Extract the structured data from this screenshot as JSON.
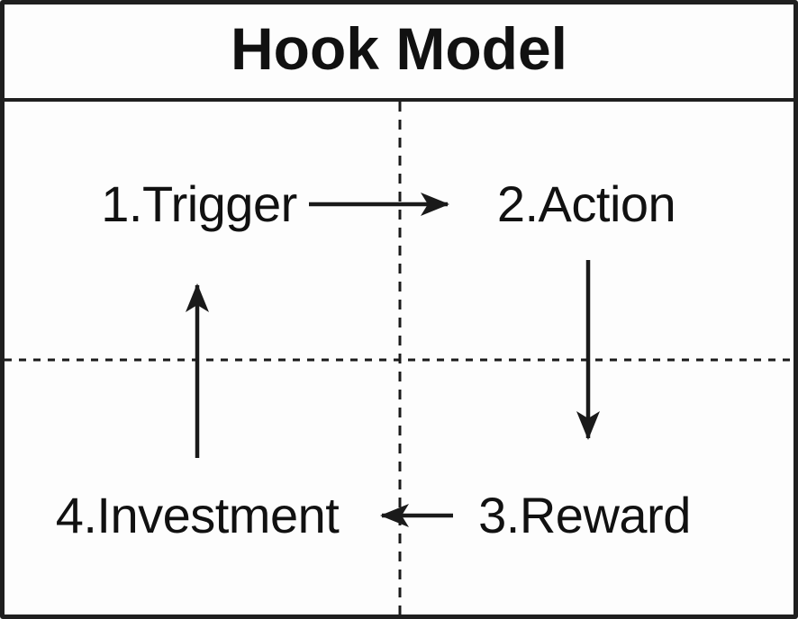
{
  "diagram": {
    "title": "Hook Model",
    "type": "cycle",
    "nodes": {
      "trigger": {
        "order": 1,
        "label": "1.Trigger"
      },
      "action": {
        "order": 2,
        "label": "2.Action"
      },
      "reward": {
        "order": 3,
        "label": "3.Reward"
      },
      "investment": {
        "order": 4,
        "label": "4.Investment"
      }
    },
    "edges": [
      {
        "from": "1.Trigger",
        "to": "2.Action",
        "direction": "right"
      },
      {
        "from": "2.Action",
        "to": "3.Reward",
        "direction": "down"
      },
      {
        "from": "3.Reward",
        "to": "4.Investment",
        "direction": "left"
      },
      {
        "from": "4.Investment",
        "to": "1.Trigger",
        "direction": "up"
      }
    ],
    "colors": {
      "line": "#1a1a1a",
      "text": "#111111",
      "background": "#fdfdfd",
      "border": "#1f1f1f"
    }
  }
}
